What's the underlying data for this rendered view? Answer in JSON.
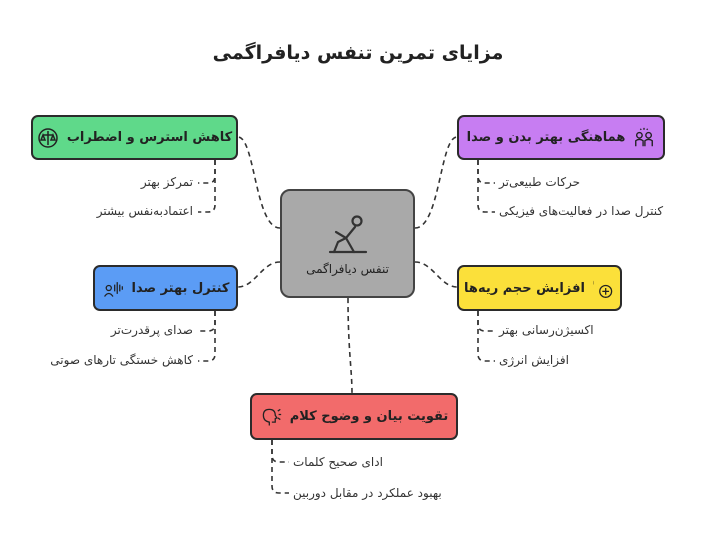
{
  "title": "مزایای تمرین تنفس دیافراگمی",
  "center": {
    "label": "تنفس دیافراگمی",
    "icon": "stretching-person-icon"
  },
  "nodes": [
    {
      "id": "stress",
      "label": "کاهش استرس و اضطراب",
      "color": "#5fd98a",
      "icon": "balance-scale-icon",
      "subs": [
        "تمرکز بهتر",
        "اعتمادبه‌نفس بیشتر"
      ]
    },
    {
      "id": "sync",
      "label": "هماهنگی بهتر بدن و صدا",
      "color": "#c77df2",
      "icon": "people-sound-icon",
      "subs": [
        "حرکات طبیعی‌تر",
        "کنترل صدا در فعالیت‌های فیزیکی"
      ]
    },
    {
      "id": "voice",
      "label": "کنترل بهتر صدا",
      "color": "#5b9cf5",
      "icon": "speaker-waves-icon",
      "subs": [
        "صدای پرقدرت‌تر",
        "کاهش خستگی تارهای صوتی"
      ]
    },
    {
      "id": "lung",
      "label": "افزایش حجم ریه‌ها",
      "color": "#fbe03a",
      "icon": "lung-rh-icon",
      "subs": [
        "اکسیژن‌رسانی بهتر",
        "افزایش انرژی"
      ]
    },
    {
      "id": "speech",
      "label": "تقویت بیان و وضوح کلام",
      "color": "#f26b6b",
      "icon": "speaking-head-icon",
      "subs": [
        "ادای صحیح کلمات",
        "بهبود عملکرد در مقابل دوربین"
      ]
    }
  ]
}
